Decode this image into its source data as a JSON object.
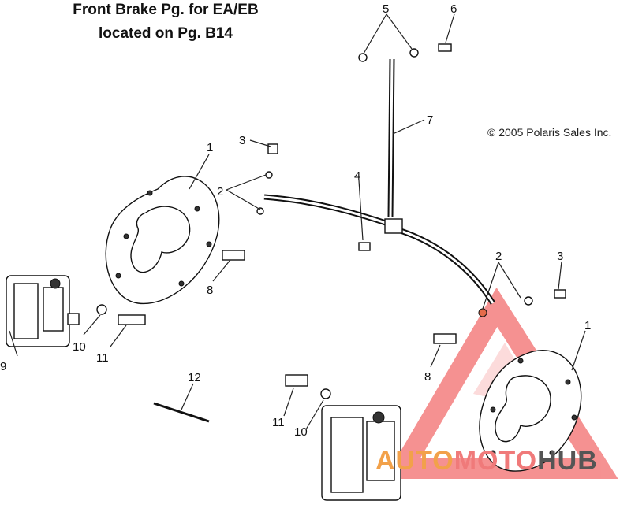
{
  "header": {
    "line1": "Front Brake Pg. for EA/EB",
    "line2": "located on Pg. B14"
  },
  "copyright": "© 2005 Polaris Sales Inc.",
  "callouts": {
    "c1a": "1",
    "c1b": "1",
    "c2a": "2",
    "c2b": "2",
    "c3a": "3",
    "c3b": "3",
    "c4": "4",
    "c5": "5",
    "c6": "6",
    "c7": "7",
    "c8a": "8",
    "c8b": "8",
    "c9": "9",
    "c10a": "10",
    "c10b": "10",
    "c11a": "11",
    "c11b": "11",
    "c12": "12"
  },
  "watermark": {
    "auto": "AUTO",
    "moto": "MOTO",
    "hub": "HUB",
    "logo_color": "#f26d6d"
  }
}
